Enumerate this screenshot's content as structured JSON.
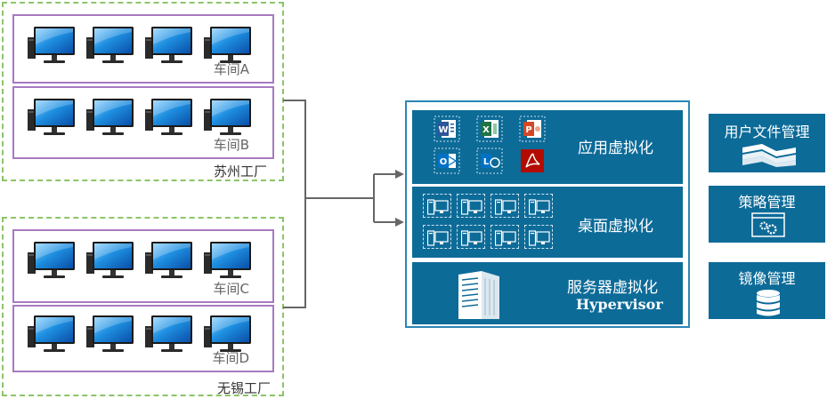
{
  "factories": [
    {
      "label": "苏州工厂",
      "workshops": [
        {
          "label": "车间A"
        },
        {
          "label": "车间B"
        }
      ]
    },
    {
      "label": "无锡工厂",
      "workshops": [
        {
          "label": "车间C"
        },
        {
          "label": "车间D"
        }
      ]
    }
  ],
  "layers": {
    "app": {
      "title": "应用虚拟化",
      "icons": [
        "word-icon",
        "excel-icon",
        "powerpoint-icon",
        "outlook-icon",
        "lync-icon",
        "acrobat-icon"
      ]
    },
    "desktop": {
      "title": "桌面虚拟化",
      "vm_count": 8
    },
    "server": {
      "title": "服务器虚拟化",
      "subtitle": "Hypervisor"
    }
  },
  "management": [
    {
      "title": "用户文件管理",
      "icon": "user-files-icon"
    },
    {
      "title": "策略管理",
      "icon": "policy-settings-icon"
    },
    {
      "title": "镜像管理",
      "icon": "database-icon"
    }
  ],
  "colors": {
    "factory_border": "#8cc46a",
    "workshop_border": "#a77ac0",
    "layer_fill": "#0d6b98",
    "panel_border": "#2b86b6"
  }
}
